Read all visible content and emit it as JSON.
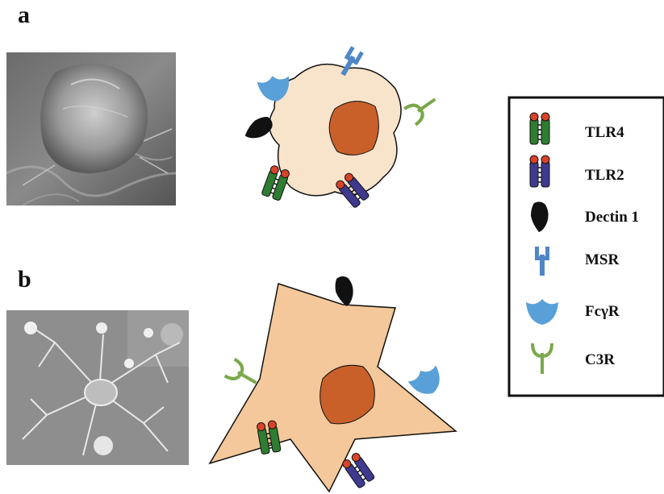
{
  "panels": [
    {
      "letter": "a",
      "cell_shape": "rounded"
    },
    {
      "letter": "b",
      "cell_shape": "stellate"
    }
  ],
  "legend": {
    "items": [
      {
        "label": "TLR4",
        "icon": "tlr4-receptor-icon",
        "color": "#2e7d32"
      },
      {
        "label": "TLR2",
        "icon": "tlr2-receptor-icon",
        "color": "#3f3a8f"
      },
      {
        "label": "Dectin 1",
        "icon": "dectin1-icon",
        "color": "#111111"
      },
      {
        "label": "MSR",
        "icon": "msr-icon",
        "color": "#4f86c6"
      },
      {
        "label": "FcγR",
        "icon": "fcgr-icon",
        "color": "#5aa0d8"
      },
      {
        "label": "C3R",
        "icon": "c3r-icon",
        "color": "#7aa84a"
      }
    ]
  },
  "colors": {
    "cell_a": "#f8e3cb",
    "cell_b": "#f4c89a",
    "nucleus": "#c9602a",
    "receptor_cap": "#d9432a"
  }
}
